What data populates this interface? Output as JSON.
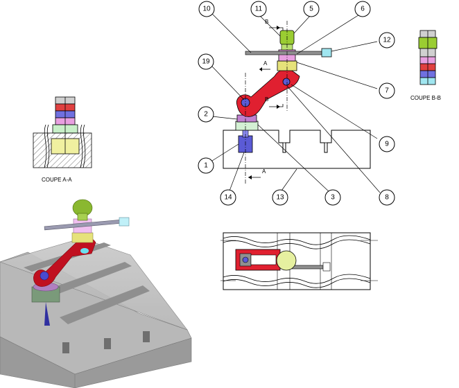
{
  "balloons": [
    {
      "id": "b10",
      "label": "10"
    },
    {
      "id": "b11",
      "label": "11"
    },
    {
      "id": "b5",
      "label": "5"
    },
    {
      "id": "b6",
      "label": "6"
    },
    {
      "id": "b12",
      "label": "12"
    },
    {
      "id": "b19",
      "label": "19"
    },
    {
      "id": "b7",
      "label": "7"
    },
    {
      "id": "b2",
      "label": "2"
    },
    {
      "id": "b9",
      "label": "9"
    },
    {
      "id": "b1",
      "label": "1"
    },
    {
      "id": "b14",
      "label": "14"
    },
    {
      "id": "b13",
      "label": "13"
    },
    {
      "id": "b3",
      "label": "3"
    },
    {
      "id": "b8",
      "label": "8"
    }
  ],
  "section_labels": {
    "a_top": "A",
    "a_bottom": "A",
    "b_top": "B",
    "b_bottom": "B"
  },
  "captions": {
    "coupe_aa": "COUPE A-A",
    "coupe_bb": "COUPE B-B"
  },
  "colors": {
    "knob_green": "#9acd32",
    "clamp_red": "#c8102e",
    "bolt_blue": "#5b5bd6",
    "collar_pink": "#e8a0e0",
    "nut_yellow": "#e6e27a",
    "base_gray": "#a9a9a9",
    "tip_cyan": "#a0e6f0"
  }
}
